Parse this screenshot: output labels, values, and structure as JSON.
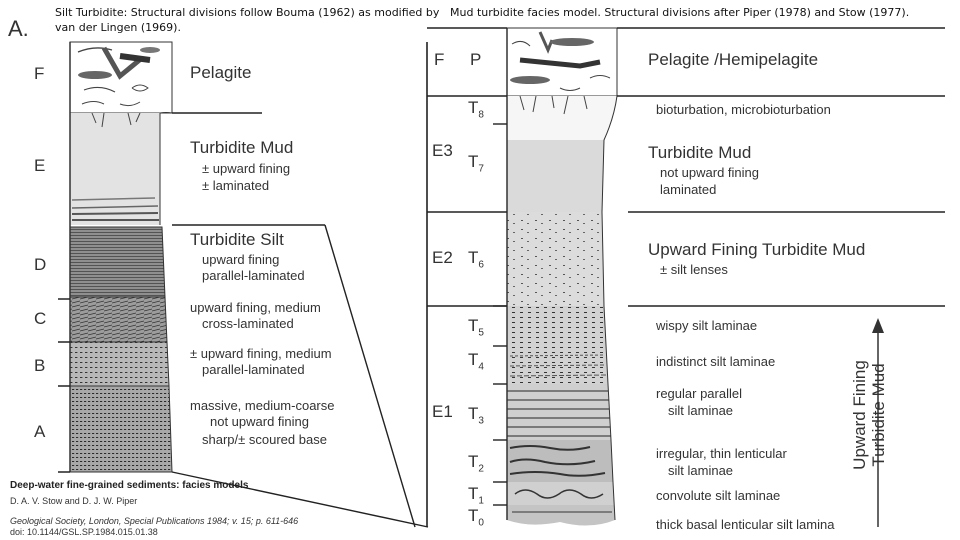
{
  "left": {
    "panel_letter": "A.",
    "caption": "Silt Turbidite: Structural divisions follow Bouma (1962) as modified by van der Lingen (1969).",
    "divisions": [
      {
        "letter": "F",
        "title": "Pelagite",
        "lines": []
      },
      {
        "letter": "E",
        "title": "Turbidite Mud",
        "lines": [
          "± upward fining",
          "± laminated"
        ]
      },
      {
        "letter": "D",
        "title": "Turbidite Silt",
        "lines": [
          "upward fining",
          "parallel-laminated"
        ]
      },
      {
        "letter": "C",
        "title": "",
        "lines": [
          "upward fining, medium",
          "cross-laminated"
        ]
      },
      {
        "letter": "B",
        "title": "",
        "lines": [
          "± upward fining, medium",
          "parallel-laminated"
        ]
      },
      {
        "letter": "A",
        "title": "",
        "lines": [
          "massive, medium-coarse",
          "not upward fining",
          "sharp/± scoured base"
        ]
      }
    ],
    "reference": {
      "title": "Deep-water fine-grained sediments: facies models",
      "authors": "D. A. V. Stow and D. J. W. Piper",
      "journal": "Geological Society, London, Special Publications 1984; v. 15; p. 611-646",
      "doi": "doi: 10.1144/GSL.SP.1984.015.01.38"
    }
  },
  "right": {
    "caption": "Mud turbidite facies model. Structural divisions after Piper (1978) and Stow (1977).",
    "col_letters": [
      {
        "id": "F",
        "label": "F"
      },
      {
        "id": "E3",
        "label": "E3"
      },
      {
        "id": "E2",
        "label": "E2"
      },
      {
        "id": "E1",
        "label": "E1"
      }
    ],
    "col_p": "P",
    "t_labels": [
      {
        "base": "T",
        "sub": "8"
      },
      {
        "base": "T",
        "sub": "7"
      },
      {
        "base": "T",
        "sub": "6"
      },
      {
        "base": "T",
        "sub": "5"
      },
      {
        "base": "T",
        "sub": "4"
      },
      {
        "base": "T",
        "sub": "3"
      },
      {
        "base": "T",
        "sub": "2"
      },
      {
        "base": "T",
        "sub": "1"
      },
      {
        "base": "T",
        "sub": "0"
      }
    ],
    "headings": [
      "Pelagite /Hemipelagite",
      "Turbidite Mud",
      "Upward Fining Turbidite Mud"
    ],
    "descriptions": {
      "t8": "bioturbation, microbioturbation",
      "t7": [
        "not upward fining",
        "laminated"
      ],
      "t6": "± silt lenses",
      "t5": "wispy silt laminae",
      "t4": "indistinct silt laminae",
      "t3": [
        "regular parallel",
        "silt laminae"
      ],
      "t2": [
        "irregular, thin  lenticular",
        "silt laminae"
      ],
      "t1": "convolute silt laminae",
      "t0": "thick basal lenticular silt lamina"
    },
    "arrow_label": [
      "Upward Fining",
      "Turbidite Mud"
    ]
  }
}
